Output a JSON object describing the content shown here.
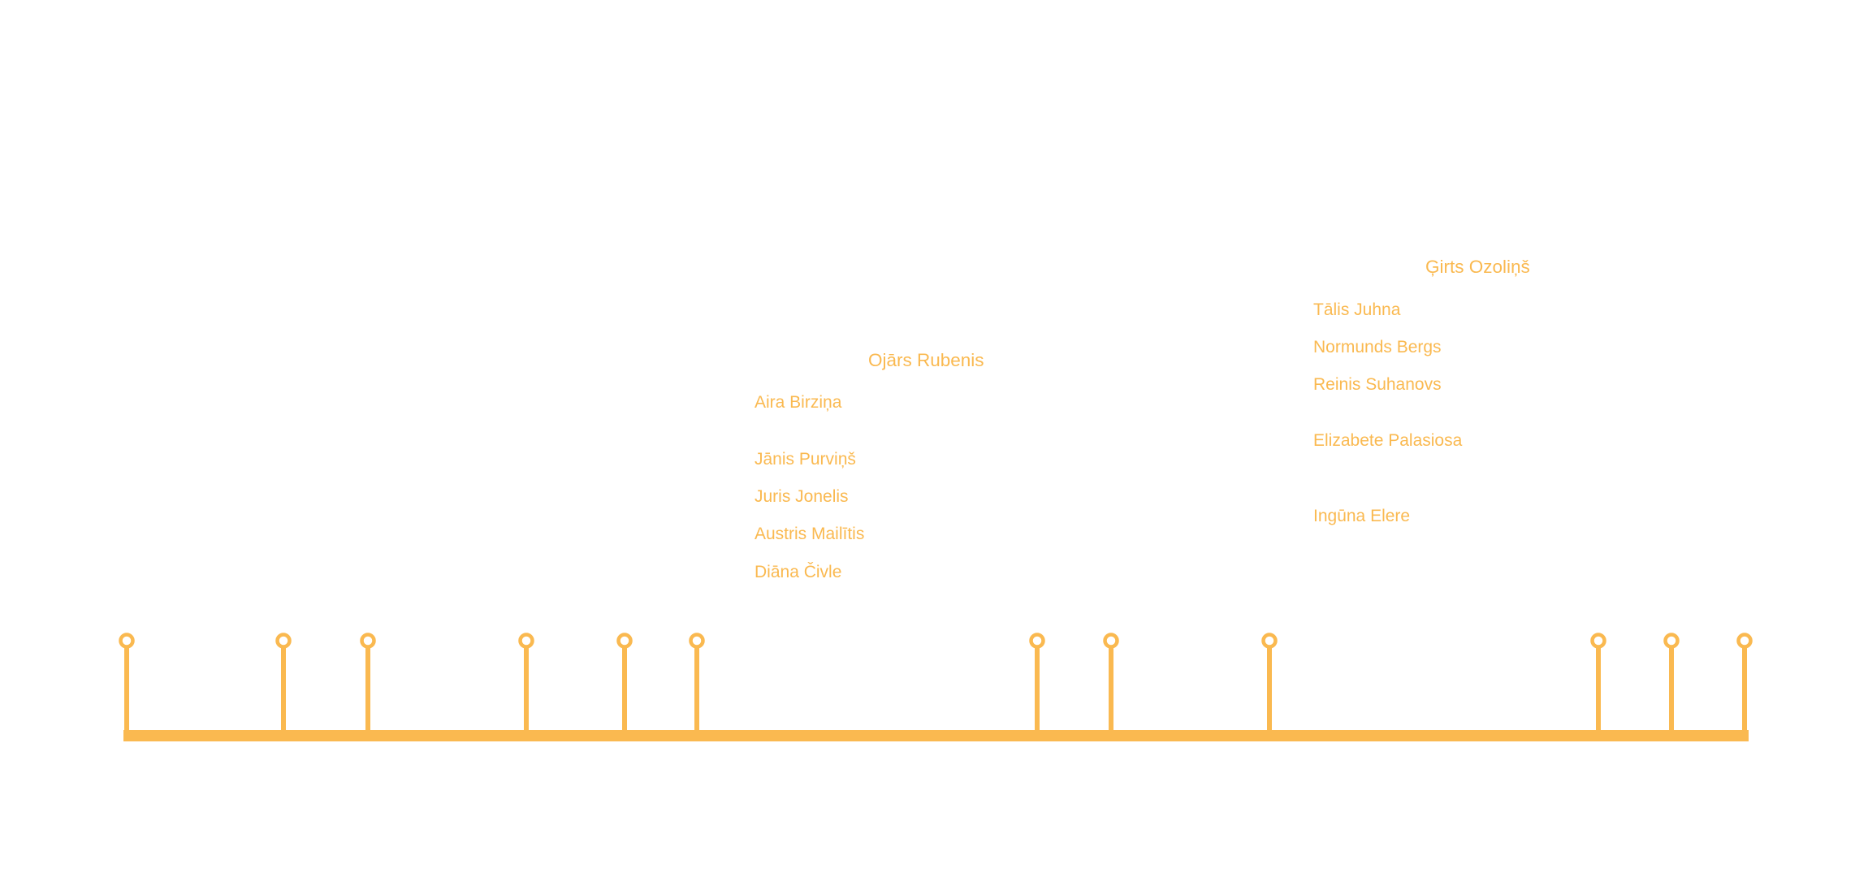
{
  "colors": {
    "accent": "#FAB950",
    "background": "#FFFFFF"
  },
  "group_left": {
    "head": "Ojārs Rubenis",
    "members": [
      "Aira Birziņa",
      "Jānis Purviņš",
      "Juris Jonelis",
      "Austris Mailītis",
      "Diāna Čivle"
    ]
  },
  "group_right": {
    "head": "Ģirts Ozoliņš",
    "members": [
      "Tālis Juhna",
      "Normunds Bergs",
      "Reinis Suhanovs",
      "Elizabete Palasiosa",
      "Ingūna Elere"
    ]
  },
  "timeline": {
    "marker_count": 12
  }
}
